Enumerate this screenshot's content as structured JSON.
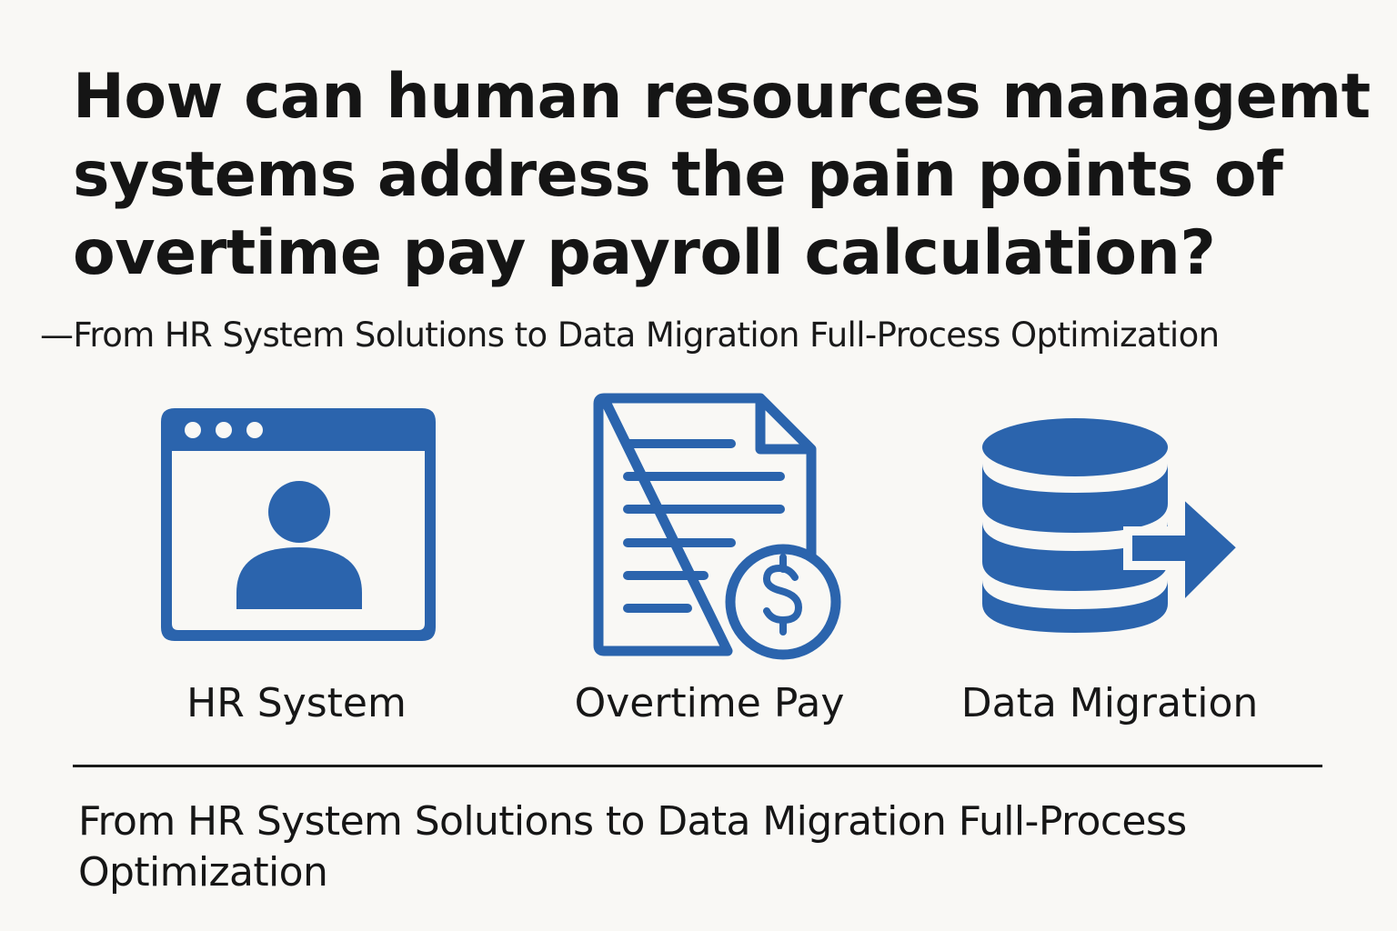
{
  "title": {
    "line1": "How can human resources managemt",
    "line2": "systems address the pain points of",
    "line3": "overtime pay payroll calculation?"
  },
  "subtitle": "—From HR System Solutions to Data Migration Full-Process Optimization",
  "accent_color": "#2b64ad",
  "features": [
    {
      "icon": "hr-system-window-user-icon",
      "label": "HR System"
    },
    {
      "icon": "payroll-document-dollar-icon",
      "label": "Overtime Pay"
    },
    {
      "icon": "database-arrow-icon",
      "label": "Data Migration"
    }
  ],
  "footer": "From HR System Solutions to Data Migration Full-Process Optimization"
}
